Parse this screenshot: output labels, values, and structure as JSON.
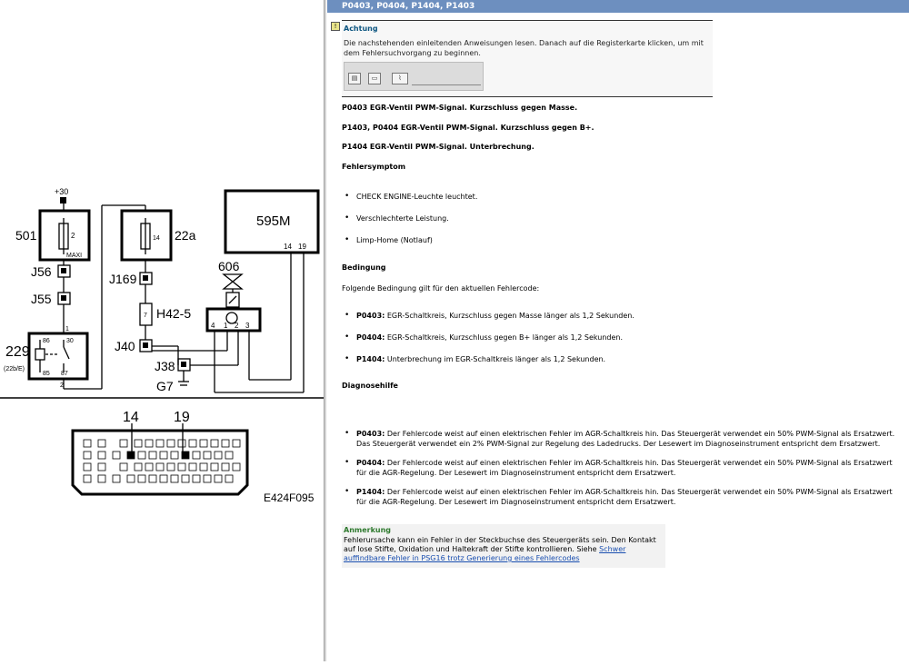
{
  "header": {
    "title": "P0403, P0404, P1404, P1403"
  },
  "warning": {
    "icon": "warning-icon",
    "title": "Achtung",
    "text": "Die nachstehenden einleitenden Anweisungen lesen. Danach auf die Registerkarte klicken, um mit dem Fehlersuchvorgang zu beginnen.",
    "tabs": [
      "tab-info-icon",
      "tab-document-icon",
      "tab-chart-icon"
    ]
  },
  "codes": [
    "P0403 EGR-Ventil PWM-Signal. Kurzschluss gegen Masse.",
    "P1403, P0404 EGR-Ventil PWM-Signal. Kurzschluss gegen B+.",
    "P1404 EGR-Ventil PWM-Signal. Unterbrechung."
  ],
  "symptom": {
    "heading": "Fehlersymptom",
    "items": [
      "CHECK ENGINE-Leuchte leuchtet.",
      "Verschlechterte Leistung.",
      "Limp-Home (Notlauf)"
    ]
  },
  "condition": {
    "heading": "Bedingung",
    "intro": "Folgende Bedingung gilt für den aktuellen Fehlercode:",
    "items": [
      {
        "code": "P0403:",
        "text": " EGR-Schaltkreis, Kurzschluss gegen Masse länger als 1,2 Sekunden."
      },
      {
        "code": "P0404:",
        "text": " EGR-Schaltkreis, Kurzschluss gegen B+ länger als 1,2 Sekunden."
      },
      {
        "code": "P1404:",
        "text": " Unterbrechung im EGR-Schaltkreis länger als 1,2 Sekunden."
      }
    ]
  },
  "diagnose": {
    "heading": "Diagnosehilfe",
    "items": [
      {
        "code": "P0403:",
        "text": " Der Fehlercode weist auf einen elektrischen Fehler im AGR-Schaltkreis hin. Das Steuergerät verwendet ein 50% PWM-Signal als Ersatzwert. Das Steuergerät verwendet ein 2% PWM-Signal zur Regelung des Ladedrucks. Der Lesewert im Diagnoseinstrument entspricht dem Ersatzwert."
      },
      {
        "code": "P0404:",
        "text": " Der Fehlercode weist auf einen elektrischen Fehler im AGR-Schaltkreis hin. Das Steuergerät verwendet ein 50% PWM-Signal als Ersatzwert für die AGR-Regelung. Der Lesewert im Diagnoseinstrument entspricht dem Ersatzwert."
      },
      {
        "code": "P1404:",
        "text": " Der Fehlercode weist auf einen elektrischen Fehler im AGR-Schaltkreis hin. Das Steuergerät verwendet ein 50% PWM-Signal als Ersatzwert für die AGR-Regelung. Der Lesewert im Diagnoseinstrument entspricht dem Ersatzwert."
      }
    ]
  },
  "note": {
    "heading": "Anmerkung",
    "text": "Fehlerursache kann ein Fehler in der Steckbuchse des Steuergeräts sein. Den Kontakt auf lose Stifte, Oxidation und Haltekraft der Stifte kontrollieren. Siehe ",
    "link1": "Schwer",
    "link2": "auffindbare Fehler in PSG16 trotz Generierung eines Fehlercodes"
  },
  "diagram": {
    "supply": "+30",
    "fuse1": "501",
    "fuse1_pin": "2",
    "fuse1_rating": "MAXI",
    "j56": "J56",
    "j55": "J55",
    "relay": "229",
    "relay_sub": "(22b/E)",
    "relay_pins": [
      "86",
      "30",
      "85",
      "87"
    ],
    "relay_in": "1",
    "relay_out": "2",
    "fuse2": "22a",
    "fuse2_pin": "14",
    "j169": "J169",
    "h42": "H42-5",
    "h42_pin": "7",
    "j40": "J40",
    "ecu": "595M",
    "ecu_pins": [
      "14",
      "19"
    ],
    "valve": "606",
    "valve_pins": [
      "4",
      "1",
      "2",
      "3"
    ],
    "j38": "J38",
    "ground": "G7",
    "connector_pins": [
      "14",
      "19"
    ],
    "figure_id": "E424F095"
  },
  "colors": {
    "titlebar": "#6d8fbf",
    "warning_title": "#0c5580",
    "note_title": "#2f7a2f",
    "link": "#1a4fb0"
  }
}
